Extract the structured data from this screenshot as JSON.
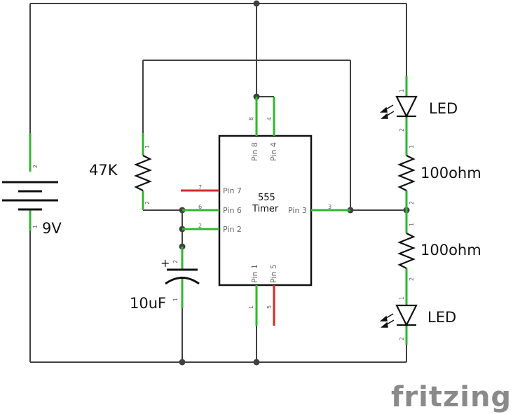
{
  "labels": {
    "battery": "9V",
    "resistor_r1": "47K",
    "capacitor": "10uF",
    "capacitor_plus": "+",
    "led_top": "LED",
    "led_bottom": "LED",
    "resistor_r2": "100ohm",
    "resistor_r3": "100ohm"
  },
  "ic": {
    "name_line1": "555",
    "name_line2": "Timer",
    "pin8_label": "Pin 8",
    "pin4_label": "Pin 4",
    "pin7_label": "Pin 7",
    "pin6_label": "Pin 6",
    "pin2_label": "Pin 2",
    "pin3_label": "Pin 3",
    "pin1_label": "Pin 1",
    "pin5_label": "Pin 5",
    "pin8_num": "8",
    "pin4_num": "4",
    "pin7_num": "7",
    "pin6_num": "6",
    "pin2_num": "2",
    "pin3_num": "3",
    "pin1_num": "1",
    "pin5_num": "5"
  },
  "part_pins": {
    "battery_top": "2",
    "battery_bottom": "1",
    "r1_top": "1",
    "r1_bottom": "2",
    "cap_top": "2",
    "cap_bottom": "1",
    "led1_top": "1",
    "led1_bottom": "2",
    "r2_top": "1",
    "r2_bottom": "2",
    "r3_top": "1",
    "r3_bottom": "2",
    "led2_top": "1",
    "led2_bottom": "2"
  },
  "watermark": "fritzing",
  "colors": {
    "wire": "#404040",
    "connected_pin": "#2db82d",
    "unconnected_pin": "#d42a2a",
    "brand": "#8a8a8a"
  }
}
